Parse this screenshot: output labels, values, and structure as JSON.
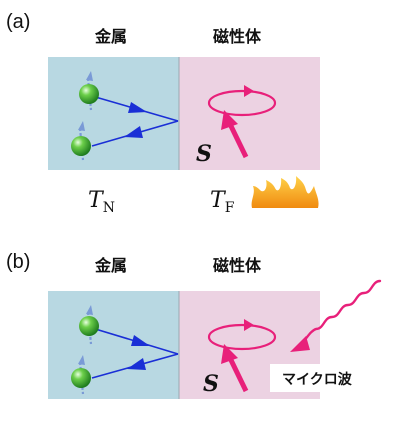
{
  "panel_a": {
    "label": "(a)",
    "metal_label": "金属",
    "magnet_label": "磁性体",
    "spin_label": "S",
    "temp_metal": {
      "symbol": "T",
      "subscript": "N"
    },
    "temp_magnet": {
      "symbol": "T",
      "subscript": "F"
    },
    "heat_icon": "flame-icon"
  },
  "panel_b": {
    "label": "(b)",
    "metal_label": "金属",
    "magnet_label": "磁性体",
    "spin_label": "S",
    "microwave_label": "マイクロ波",
    "microwave_icon": "wavy-line-icon"
  },
  "colors": {
    "metal_bg": "#b8d8e2",
    "magnet_bg": "#ecd2e2",
    "electron": "#2e9a2e",
    "electron_path": "#1a2fd6",
    "spin": "#e8207a",
    "flame": "#f7a21b"
  }
}
